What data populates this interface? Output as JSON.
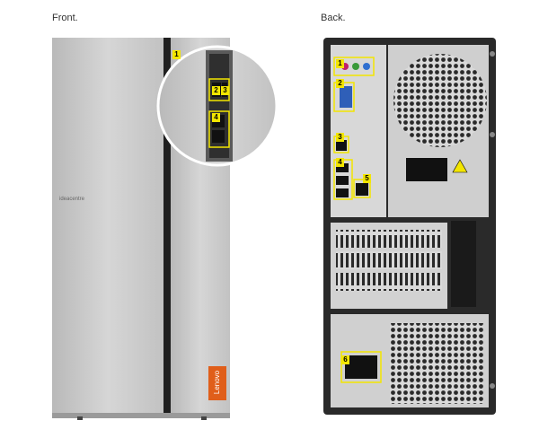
{
  "headings": {
    "front": "Front.",
    "back": "Back."
  },
  "branding": {
    "model": "ideacentre",
    "logo": "Lenovo"
  },
  "callouts": {
    "front": [
      "1",
      "2",
      "3",
      "4"
    ],
    "back": [
      "1",
      "2",
      "3",
      "4",
      "5",
      "6"
    ]
  },
  "colors": {
    "callout": "#f3e600",
    "lenovo_badge": "#e05e1a",
    "front_panel": "#c9c9c9",
    "chassis": "#2a2a2a"
  }
}
